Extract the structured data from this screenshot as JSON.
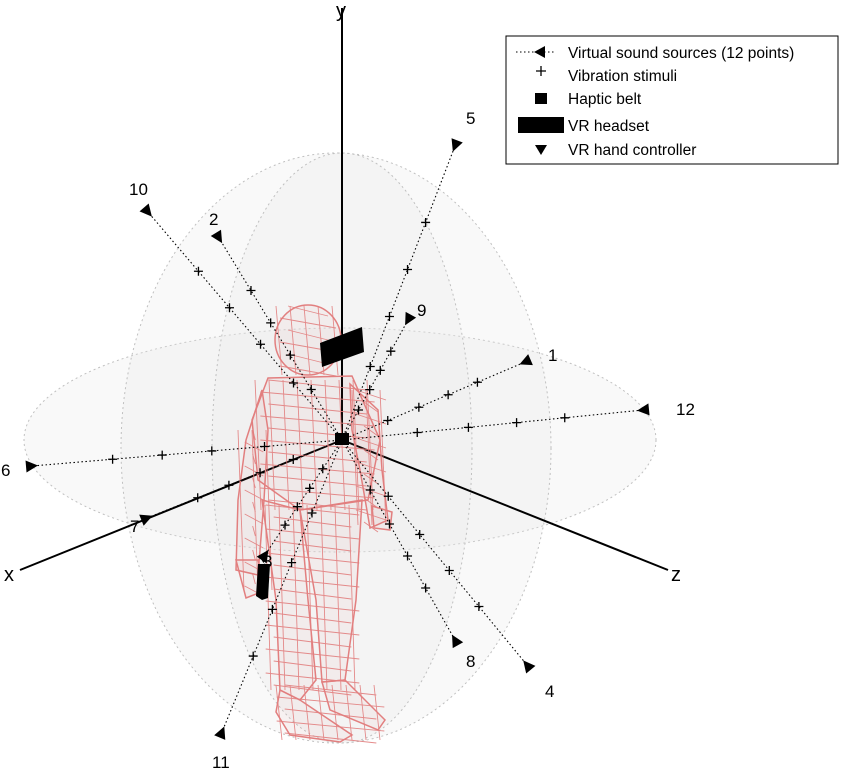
{
  "axes": {
    "x": "x",
    "y": "y",
    "z": "z"
  },
  "legend": {
    "items": [
      {
        "symbol": "dotted-line-triangle-left-icon",
        "label": "Virtual sound sources (12 points)"
      },
      {
        "symbol": "plus-marker-icon",
        "label": "Vibration stimuli"
      },
      {
        "symbol": "square-marker-icon",
        "label": "Haptic belt"
      },
      {
        "symbol": "rectangle-marker-icon",
        "label": "VR headset"
      },
      {
        "symbol": "triangle-down-marker-icon",
        "label": "VR hand controller"
      }
    ]
  },
  "sources": [
    "1",
    "2",
    "3",
    "4",
    "5",
    "6",
    "7",
    "8",
    "9",
    "10",
    "11",
    "12"
  ],
  "colors": {
    "body_mesh": "#e27f7f",
    "sphere": "#c8c8c8",
    "ink": "#000000"
  }
}
